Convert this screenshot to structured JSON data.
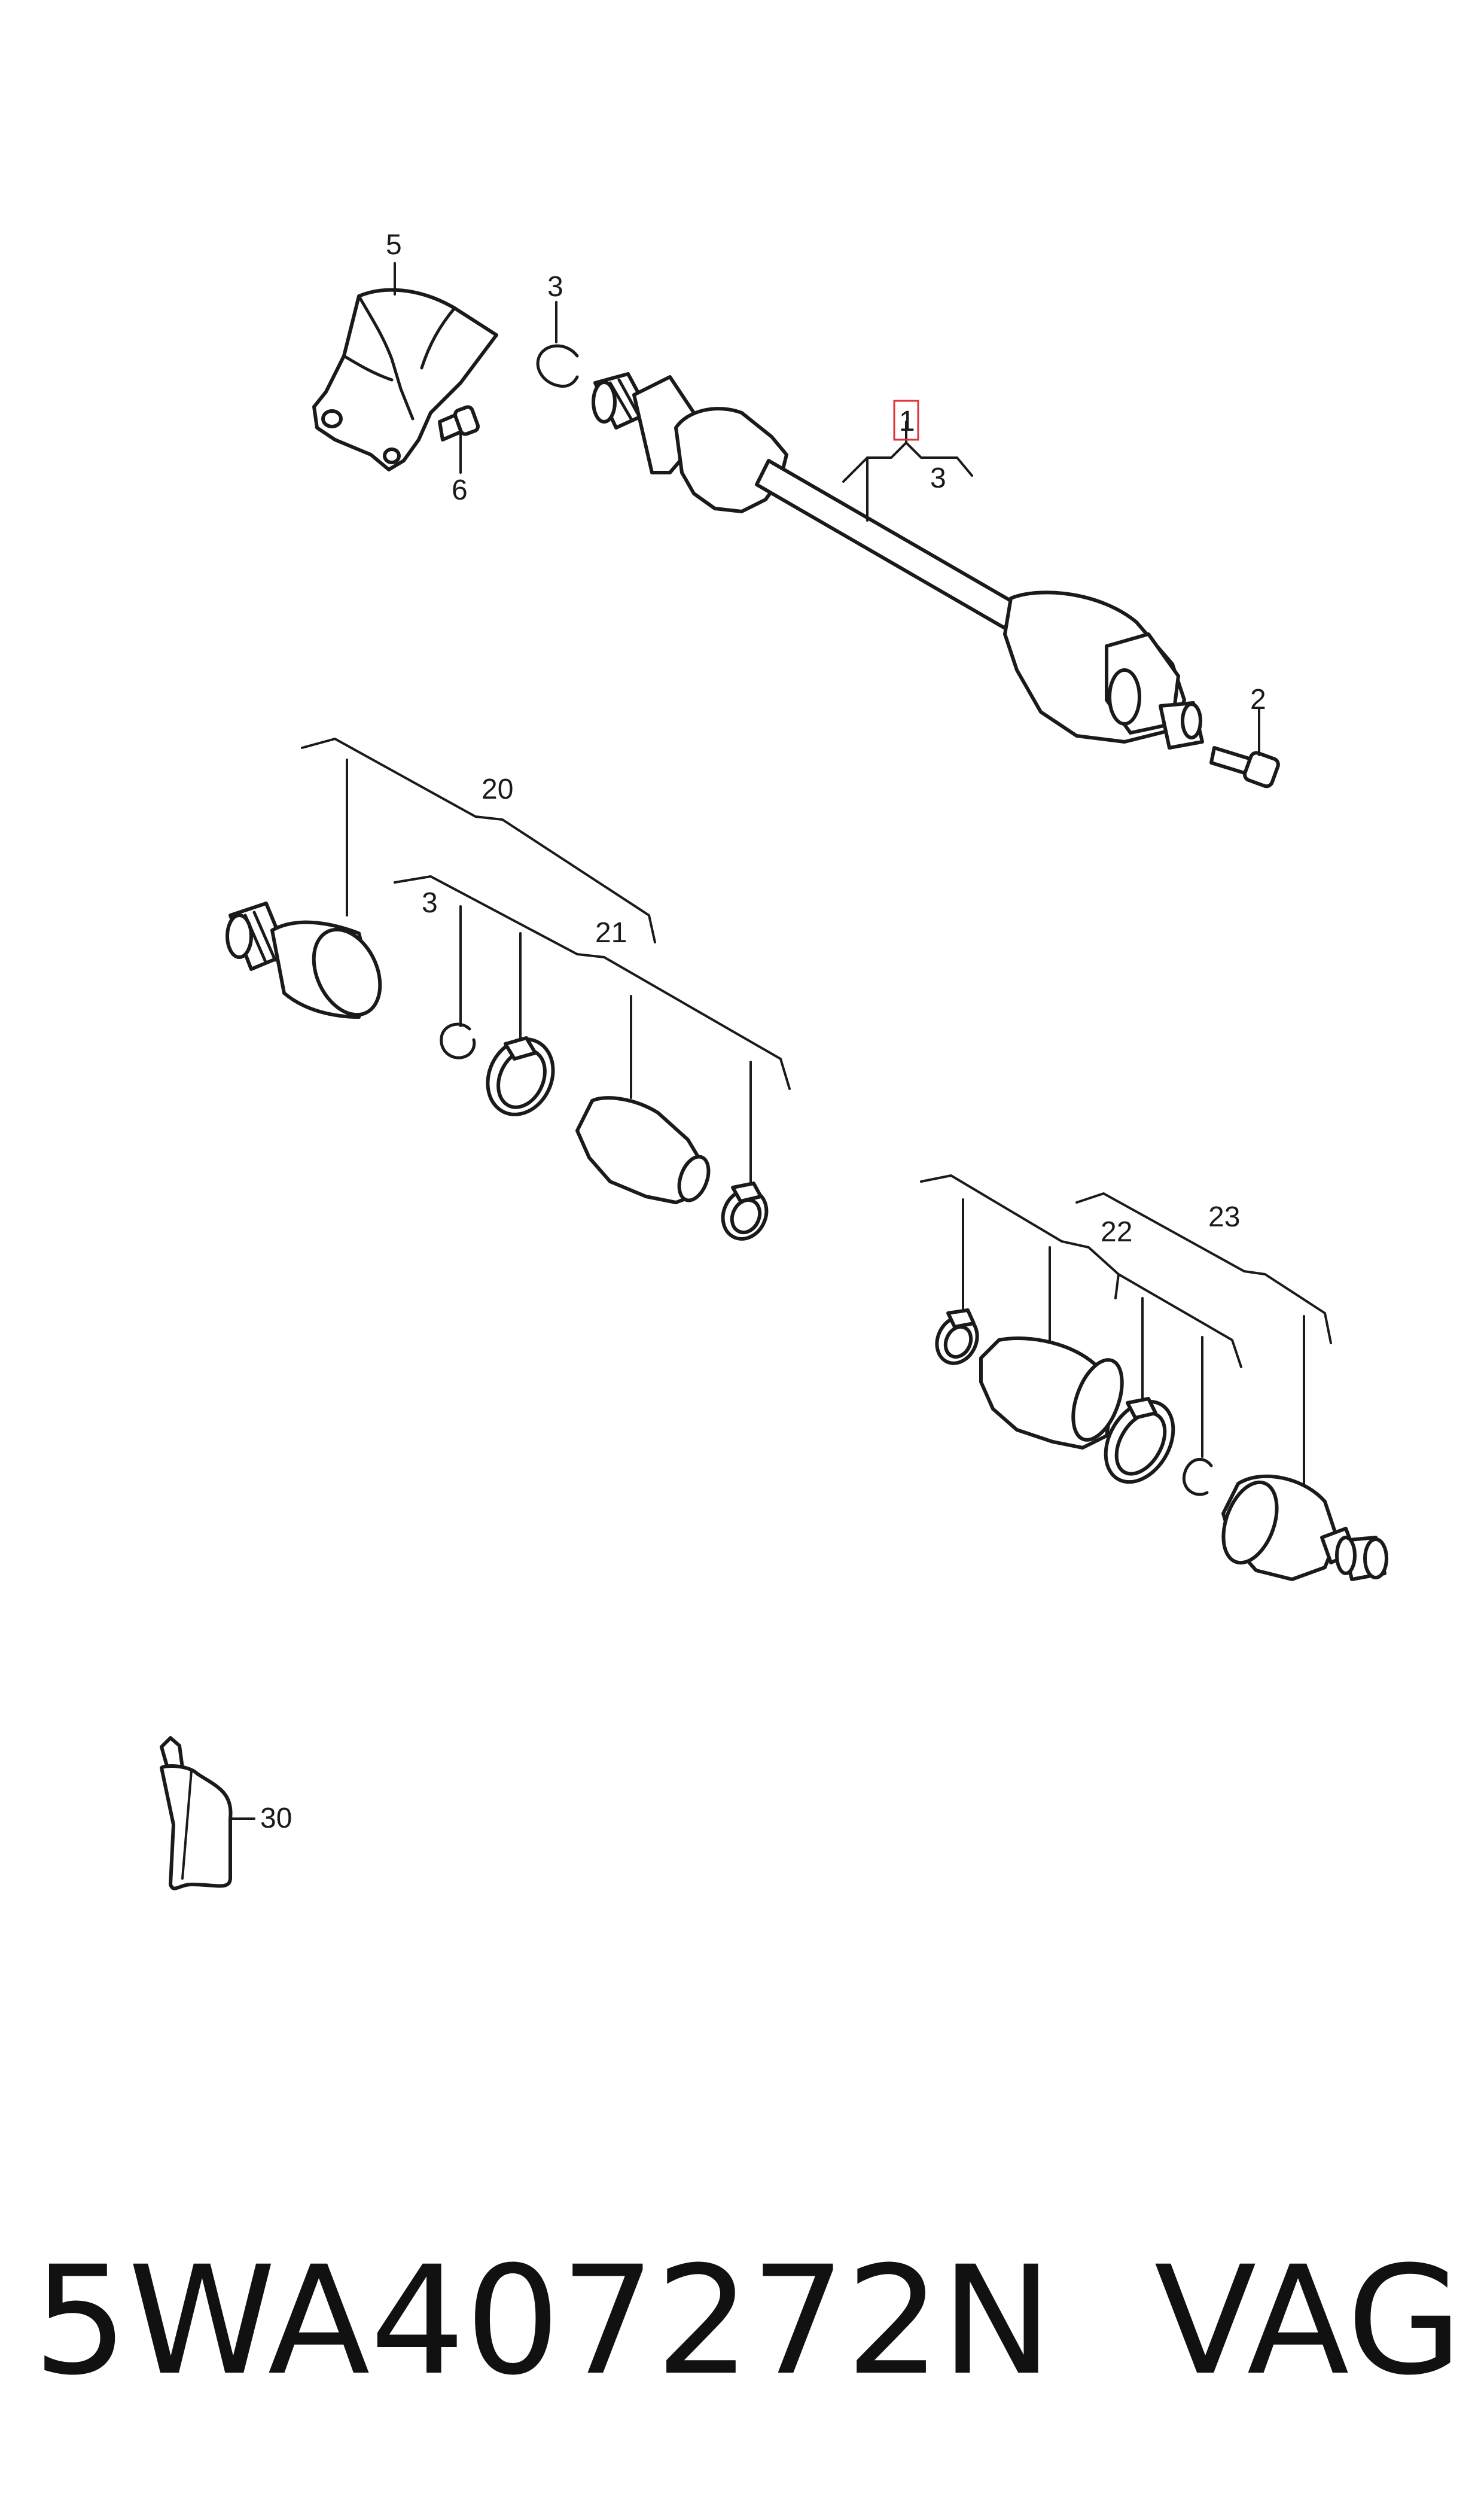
{
  "callouts": {
    "c1": "1",
    "c2": "2",
    "c3_top": "3",
    "c3_main": "3",
    "c3_left": "3",
    "c5": "5",
    "c6": "6",
    "c20": "20",
    "c21": "21",
    "c22": "22",
    "c23": "23",
    "c30": "30"
  },
  "footer": {
    "part_number": "5WA407272N",
    "brand": "VAG"
  },
  "colors": {
    "line": "#1a1a1a",
    "highlight_box": "#e0303a",
    "background": "#ffffff"
  }
}
